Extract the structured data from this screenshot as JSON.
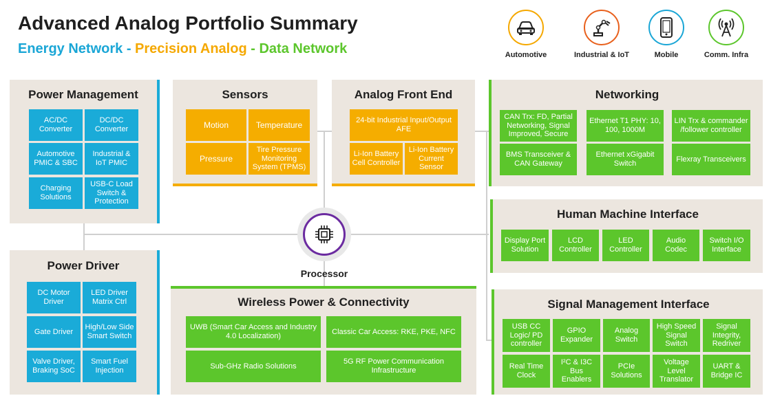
{
  "header": {
    "title": "Advanced Analog Portfolio Summary",
    "subtitle_energy": "Energy Network",
    "subtitle_sep1": " - ",
    "subtitle_precision": "Precision Analog",
    "subtitle_sep2": " - ",
    "subtitle_data": "Data Network"
  },
  "markets": [
    {
      "label": "Automotive",
      "icon": "car-icon",
      "color": "#f5a800"
    },
    {
      "label": "Industrial & IoT",
      "icon": "robot-arm-icon",
      "color": "#e8601c"
    },
    {
      "label": "Mobile",
      "icon": "phone-icon",
      "color": "#1aa6d6"
    },
    {
      "label": "Comm. Infra",
      "icon": "antenna-icon",
      "color": "#5cc62c"
    }
  ],
  "colors": {
    "energy": "#1aabd8",
    "precision": "#f5ad00",
    "data": "#5cc62c",
    "panel": "#ece6df",
    "processor": "#6b2ba0"
  },
  "power_management": {
    "title": "Power Management",
    "items": [
      "AC/DC Converter",
      "DC/DC Converter",
      "Automotive PMIC & SBC",
      "Industrial & IoT PMIC",
      "Charging Solutions",
      "USB-C Load Switch & Protection"
    ]
  },
  "power_driver": {
    "title": "Power Driver",
    "items": [
      "DC Motor Driver",
      "LED Driver Matrix Ctrl",
      "Gate Driver",
      "High/Low Side Smart Switch",
      "Valve Driver, Braking SoC",
      "Smart Fuel Injection"
    ]
  },
  "sensors": {
    "title": "Sensors",
    "items": [
      "Motion",
      "Temperature",
      "Pressure",
      "Tire Pressure Monitoring System (TPMS)"
    ]
  },
  "afe": {
    "title": "Analog Front End",
    "items": [
      "24-bit Industrial Input/Output AFE",
      "Li-Ion Battery Cell Controller",
      "Li-Ion Battery Current Sensor"
    ]
  },
  "processor": {
    "label": "Processor",
    "icon": "chip-icon"
  },
  "wireless": {
    "title": "Wireless Power & Connectivity",
    "items": [
      "UWB (Smart Car Access and Industry 4.0 Localization)",
      "Classic Car Access: RKE, PKE, NFC",
      "Sub-GHz Radio Solutions",
      "5G RF Power Communication Infrastructure"
    ]
  },
  "networking": {
    "title": "Networking",
    "items": [
      "CAN Trx: FD, Partial Networking, Signal Improved, Secure",
      "Ethernet T1 PHY: 10, 100, 1000M",
      "LIN Trx & commander /follower controller",
      "BMS Transceiver & CAN Gateway",
      "Ethernet xGigabit Switch",
      "Flexray Transceivers"
    ]
  },
  "hmi": {
    "title": "Human Machine Interface",
    "items": [
      "Display Port Solution",
      "LCD Controller",
      "LED Controller",
      "Audio Codec",
      "Switch I/O Interface"
    ]
  },
  "smi": {
    "title": "Signal Management Interface",
    "items": [
      "USB CC Logic/ PD controller",
      "GPIO Expander",
      "Analog Switch",
      "High Speed Signal Switch",
      "Signal Integrity, Redriver",
      "Real Time Clock",
      "I²C & I3C Bus Enablers",
      "PCIe Solutions",
      "Voltage Level Translator",
      "UART & Bridge IC"
    ]
  }
}
